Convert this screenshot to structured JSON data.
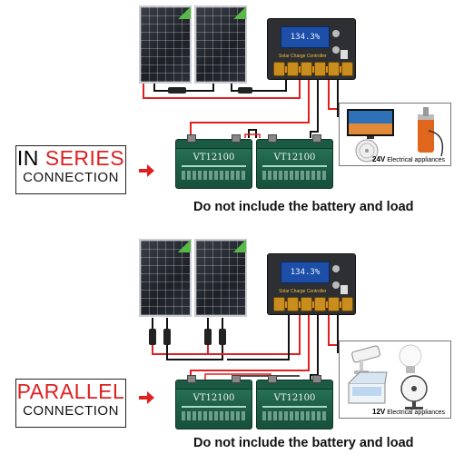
{
  "top_section": {
    "label_prefix": "IN ",
    "label_highlight": "SERIES",
    "label_line2": "CONNECTION",
    "notice": "Do not include the battery and load",
    "voltage": "24V",
    "appliance_caption": "Electrical appliances",
    "battery_model_1": "VT12100",
    "battery_model_2": "VT12100",
    "controller_screen": "134.3%",
    "controller_label": "Solar Charge Controller"
  },
  "bottom_section": {
    "label_highlight": "PARALLEL",
    "label_line2": "CONNECTION",
    "notice": "Do not include the battery and load",
    "voltage": "12V",
    "appliance_caption": "Electrical appliances",
    "battery_model_1": "VT12100",
    "battery_model_2": "VT12100",
    "controller_screen": "134.3%",
    "controller_label": "Solar Charge Controller"
  },
  "colors": {
    "highlight_red": "#e02020",
    "wire_red": "#e02020",
    "wire_black": "#111111",
    "battery_green": "#1f6049"
  },
  "icons": [
    "tv-icon",
    "water-pump-icon",
    "fan-icon",
    "cctv-camera-icon",
    "light-bulb-icon",
    "freezer-icon",
    "desk-fan-icon"
  ]
}
